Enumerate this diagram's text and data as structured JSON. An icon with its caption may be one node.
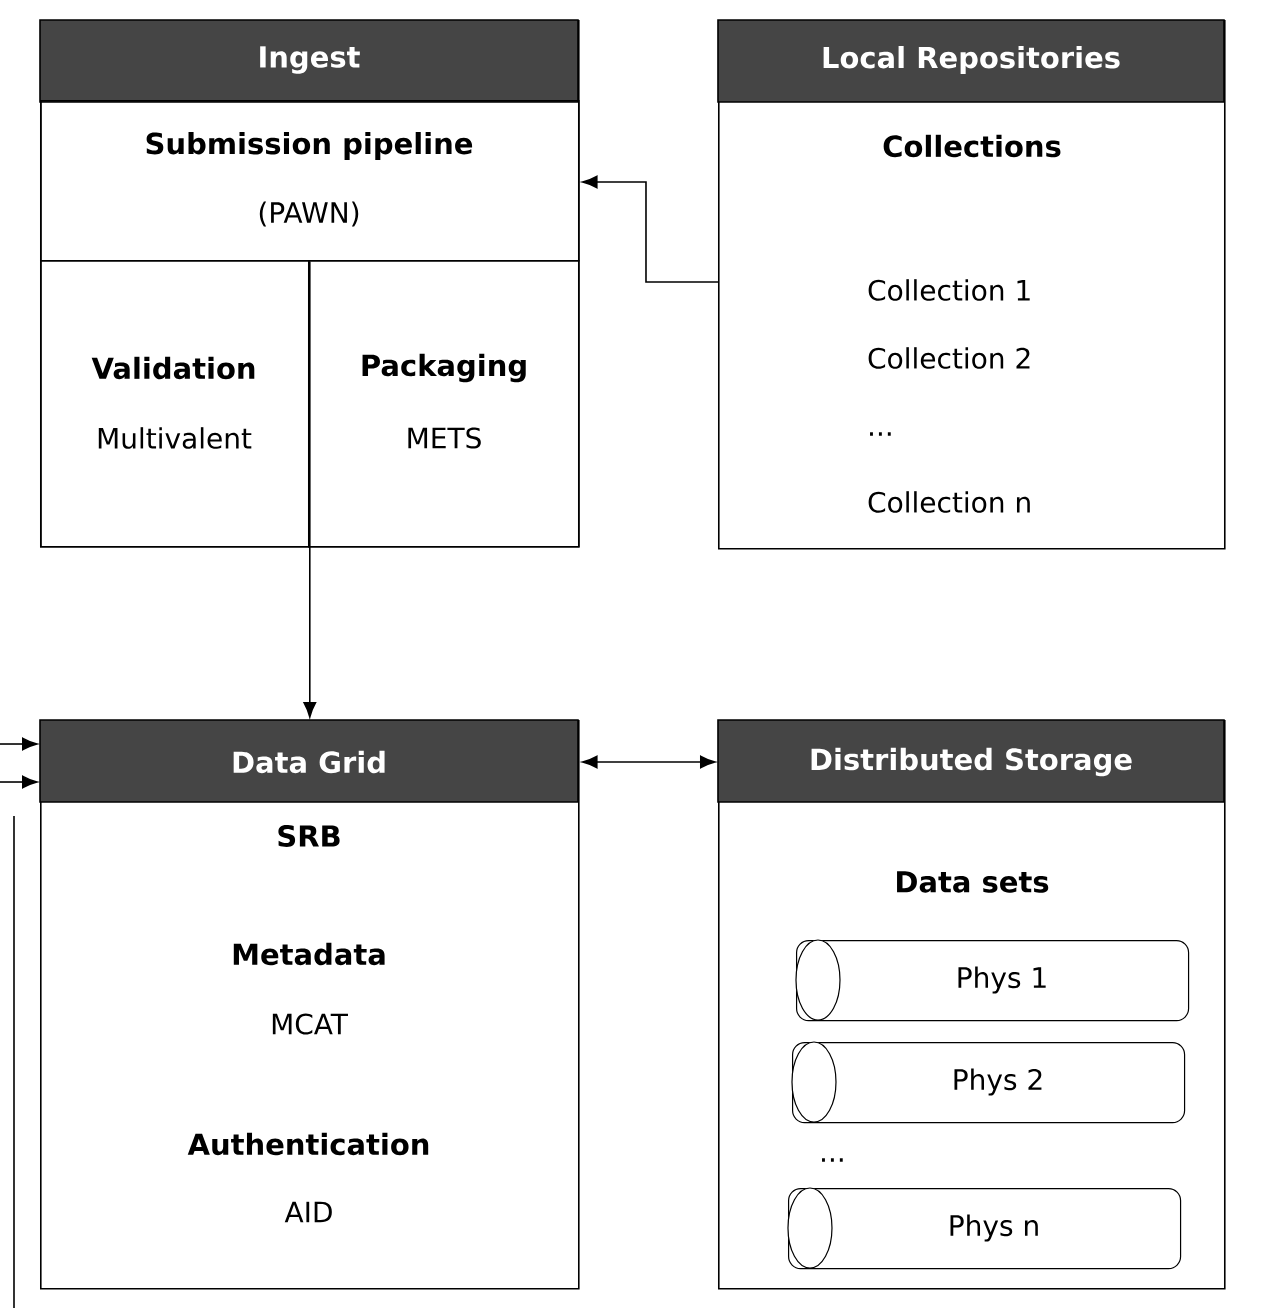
{
  "diagram": {
    "nodes": [
      {
        "text": [
          "Ingest"
        ]
      },
      {
        "text": [
          "Submission pipeline",
          "(PAWN)"
        ],
        "in": 0
      },
      {
        "text": [
          "Validation",
          "Multivalent"
        ],
        "in": 0
      },
      {
        "text": [
          "Packaging",
          "METS"
        ],
        "in": 0
      },
      {
        "text": [
          "Local Repositories",
          "Collections",
          "Collection 1",
          "Collection 2",
          "...",
          "Collection n"
        ]
      },
      {
        "text": [
          "Data Grid",
          "SRB",
          "Metadata",
          "MCAT",
          "Authentication",
          "AID"
        ]
      },
      {
        "text": [
          "Distributed Storage",
          "Data sets",
          "..."
        ]
      },
      {
        "text": [
          "Phys 1"
        ],
        "in": 6
      },
      {
        "text": [
          "Phys 2"
        ],
        "in": 6
      },
      {
        "text": [
          "Phys n"
        ],
        "in": 6
      }
    ],
    "edges": [
      {
        "from": 4,
        "to": 1,
        "arrow": "to"
      },
      {
        "from": 1,
        "to": 5,
        "arrow": "to"
      },
      {
        "from": 5,
        "to": 6,
        "arrow": "both"
      },
      {
        "from": null,
        "to": 5,
        "arrow": "to"
      },
      {
        "from": null,
        "to": 5,
        "arrow": "to"
      }
    ]
  }
}
